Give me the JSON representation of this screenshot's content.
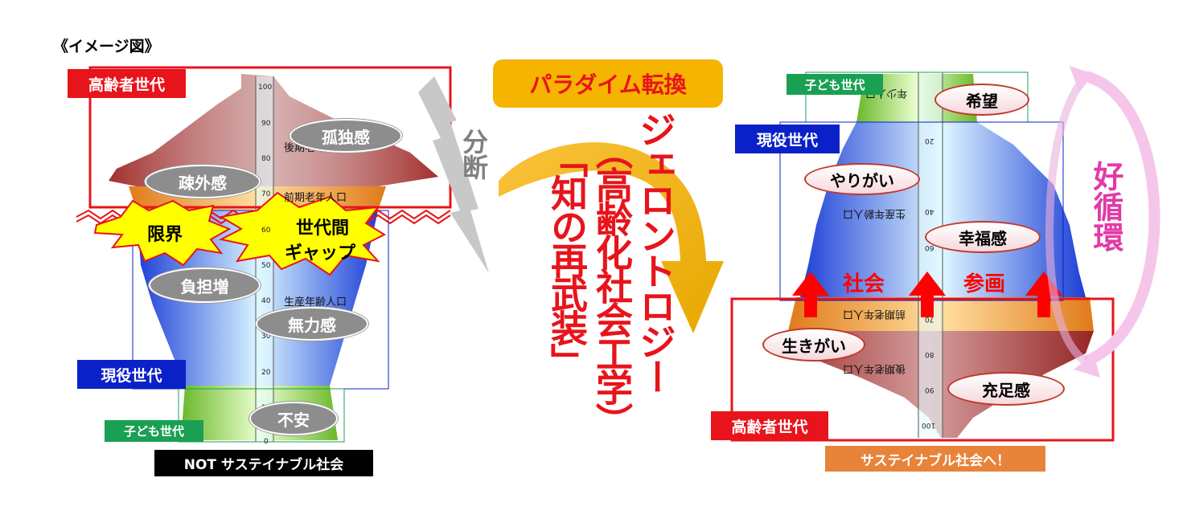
{
  "image_title": "《イメージ図》",
  "left": {
    "tags": {
      "elderly": "高齢者世代",
      "working": "現役世代",
      "children": "子ども世代"
    },
    "bottom_label": "NOT サステイナブル社会",
    "pyramid_text": {
      "late_elderly": "後期老年人口",
      "early_elderly": "前期老年人口",
      "working_age": "生産年齢人口"
    },
    "axis_ticks": [
      "100",
      "90",
      "80",
      "70",
      "60",
      "50",
      "40",
      "30",
      "20",
      "10",
      "0"
    ],
    "feelings": {
      "isolation": "孤独感",
      "alienation": "疎外感",
      "burden": "負担増",
      "powerless": "無力感",
      "anxiety": "不安"
    },
    "bursts": {
      "limit": "限界",
      "gap_line1": "世代間",
      "gap_line2": "ギャップ"
    }
  },
  "middle": {
    "divide": "分断",
    "paradigm": "パラダイム転換",
    "gerontology": "ジェロントロジー",
    "subtitle": "（高齢化社会工学）",
    "knowledge": "「知の再武装」"
  },
  "right": {
    "tags": {
      "children": "子ども世代",
      "working": "現役世代",
      "elderly": "高齢者世代"
    },
    "bottom_label": "サステイナブル社会へ！",
    "pyramid_text": {
      "youth": "年少人口",
      "working_age": "生産年齢人口",
      "early_elderly": "前期老年人口",
      "late_elderly": "後期老年人口"
    },
    "axis_ticks": [
      "20",
      "40",
      "60",
      "70",
      "80",
      "90",
      "100"
    ],
    "feelings": {
      "hope": "希望",
      "worth": "やりがい",
      "happiness": "幸福感",
      "purpose": "生きがい",
      "fulfillment": "充足感"
    },
    "participation_left": "社会",
    "participation_right": "参画",
    "cycle": "好循環"
  },
  "colors": {
    "red": "#e8141b",
    "blue": "#0a21c8",
    "green": "#1aa053",
    "orange": "#e8833a",
    "pink": "#e23aa6",
    "gold": "#f5b400"
  }
}
